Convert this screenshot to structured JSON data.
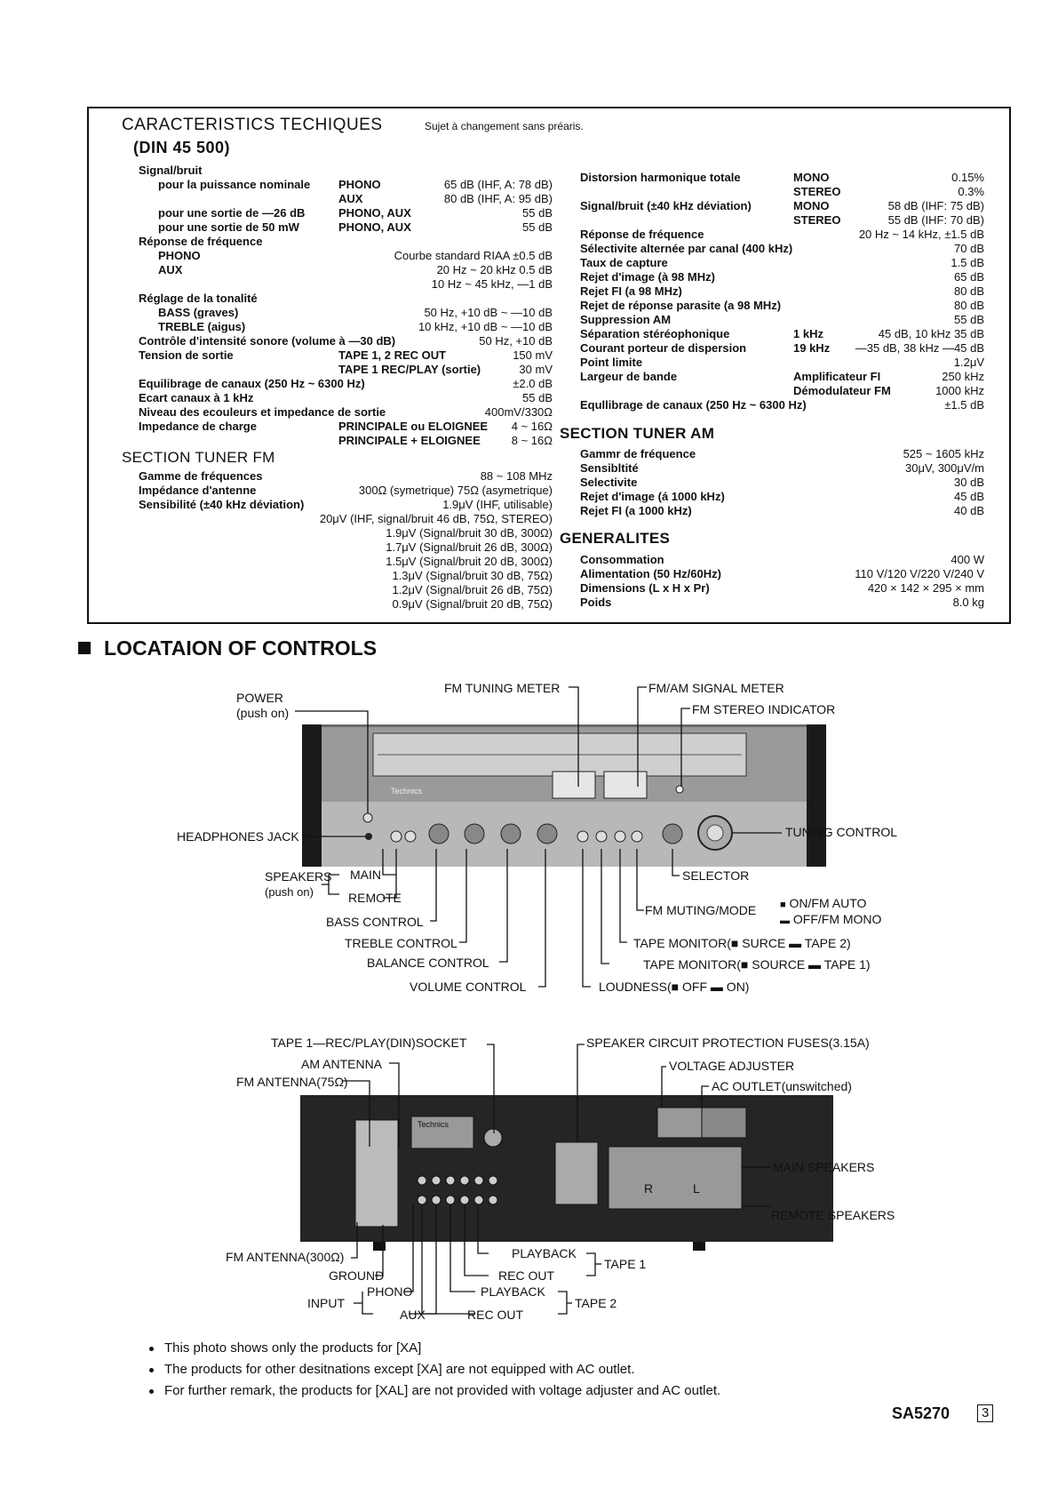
{
  "spec": {
    "title": "CARACTERISTICS TECHIQUES",
    "subtitle_note": "Sujet à changement sans préaris.",
    "din": "(DIN 45 500)",
    "left": [
      {
        "l": "Signal/bruit",
        "m": "",
        "r": ""
      },
      {
        "l": "pour la puissance nominale",
        "m": "PHONO",
        "r": "65 dB (IHF, A: 78 dB)"
      },
      {
        "l": "",
        "m": "AUX",
        "r": "80 dB (IHF, A: 95 dB)"
      },
      {
        "l": "pour une sortie de —26 dB",
        "m": "PHONO, AUX",
        "r": "55 dB"
      },
      {
        "l": "pour une sortie de 50 mW",
        "m": "PHONO, AUX",
        "r": "55 dB"
      },
      {
        "l": "Réponse de fréquence",
        "m": "",
        "r": ""
      },
      {
        "l": "PHONO",
        "m": "",
        "r": "Courbe standard RIAA ±0.5 dB"
      },
      {
        "l": "AUX",
        "m": "",
        "r": "20 Hz ~ 20 kHz 0.5 dB"
      },
      {
        "l": "",
        "m": "",
        "r": "10 Hz ~ 45 kHz, —1 dB"
      },
      {
        "l": "Réglage de la tonalité",
        "m": "",
        "r": ""
      },
      {
        "l": "BASS (graves)",
        "m": "",
        "r": "50 Hz, +10 dB ~ —10 dB"
      },
      {
        "l": "TREBLE (aigus)",
        "m": "",
        "r": "10 kHz, +10 dB ~ —10 dB"
      },
      {
        "l": "Contrôle d'intensité sonore (volume à —30 dB)",
        "m": "",
        "r": "50 Hz, +10 dB"
      },
      {
        "l": "Tension de sortie",
        "m": "TAPE 1, 2 REC OUT",
        "r": "150 mV"
      },
      {
        "l": "",
        "m": "TAPE 1 REC/PLAY (sortie)",
        "r": "30 mV"
      },
      {
        "l": "Equilibrage de canaux (250 Hz ~ 6300 Hz)",
        "m": "",
        "r": "±2.0 dB"
      },
      {
        "l": "Ecart canaux à 1 kHz",
        "m": "",
        "r": "55 dB"
      },
      {
        "l": "Niveau des ecouleurs et impedance de sortie",
        "m": "",
        "r": "400mV/330Ω"
      },
      {
        "l": "Impedance de charge",
        "m": "PRINCIPALE ou ELOIGNEE",
        "r": "4 ~ 16Ω"
      },
      {
        "l": "",
        "m": "PRINCIPALE + ELOIGNEE",
        "r": "8 ~ 16Ω"
      }
    ],
    "fm_title": "SECTION TUNER FM",
    "fm": [
      {
        "l": "Gamme de fréquences",
        "r": "88 ~ 108 MHz"
      },
      {
        "l": "Impédance d'antenne",
        "r": "300Ω (symetrique) 75Ω (asymetrique)"
      },
      {
        "l": "Sensibilité (±40 kHz déviation)",
        "r": "1.9μV (IHF, utilisable)"
      },
      {
        "l": "",
        "r": "20μV (IHF, signal/bruit 46 dB, 75Ω, STEREO)"
      },
      {
        "l": "",
        "r": "1.9μV (Signal/bruit 30 dB, 300Ω)"
      },
      {
        "l": "",
        "r": "1.7μV (Signal/bruit 26 dB, 300Ω)"
      },
      {
        "l": "",
        "r": "1.5μV (Signal/bruit 20 dB, 300Ω)"
      },
      {
        "l": "",
        "r": "1.3μV (Signal/bruit 30 dB, 75Ω)"
      },
      {
        "l": "",
        "r": "1.2μV (Signal/bruit 26 dB, 75Ω)"
      },
      {
        "l": "",
        "r": "0.9μV (Signal/bruit 20 dB, 75Ω)"
      }
    ],
    "right": [
      {
        "l": "Distorsion harmonique totale",
        "m": "MONO",
        "r": "0.15%"
      },
      {
        "l": "",
        "m": "STEREO",
        "r": "0.3%"
      },
      {
        "l": "Signal/bruit (±40 kHz déviation)",
        "m": "MONO",
        "r": "58 dB (IHF: 75 dB)"
      },
      {
        "l": "",
        "m": "STEREO",
        "r": "55 dB (IHF: 70 dB)"
      },
      {
        "l": "Réponse de fréquence",
        "m": "",
        "r": "20 Hz ~ 14 kHz, ±1.5 dB"
      },
      {
        "l": "Sélectivite alternée par canal (400 kHz)",
        "m": "",
        "r": "70 dB"
      },
      {
        "l": "Taux de capture",
        "m": "",
        "r": "1.5 dB"
      },
      {
        "l": "Rejet d'image (à 98 MHz)",
        "m": "",
        "r": "65 dB"
      },
      {
        "l": "Rejet FI (a 98 MHz)",
        "m": "",
        "r": "80 dB"
      },
      {
        "l": "Rejet de réponse parasite (a 98 MHz)",
        "m": "",
        "r": "80 dB"
      },
      {
        "l": "Suppression AM",
        "m": "",
        "r": "55 dB"
      },
      {
        "l": "Séparation stéréophonique",
        "m": "1 kHz",
        "r": "45 dB, 10 kHz 35 dB"
      },
      {
        "l": "Courant porteur de dispersion",
        "m": "19 kHz",
        "r": "—35 dB, 38 kHz —45 dB"
      },
      {
        "l": "Point limite",
        "m": "",
        "r": "1.2μV"
      },
      {
        "l": "Largeur de bande",
        "m": "Amplificateur FI",
        "r": "250 kHz"
      },
      {
        "l": "",
        "m": "Démodulateur FM",
        "r": "1000 kHz"
      },
      {
        "l": "Equllibrage de canaux (250 Hz ~ 6300 Hz)",
        "m": "",
        "r": "±1.5 dB"
      }
    ],
    "am_title": "SECTION TUNER AM",
    "am": [
      {
        "l": "Gammr de fréquence",
        "r": "525 ~ 1605 kHz"
      },
      {
        "l": "Sensibltité",
        "r": "30μV, 300μV/m"
      },
      {
        "l": "Selectivite",
        "r": "30 dB"
      },
      {
        "l": "Rejet d'image (á 1000 kHz)",
        "r": "45 dB"
      },
      {
        "l": "Rejet FI (a 1000 kHz)",
        "r": "40 dB"
      }
    ],
    "gen_title": "GENERALITES",
    "gen": [
      {
        "l": "Consommation",
        "r": "400 W"
      },
      {
        "l": "Alimentation (50 Hz/60Hz)",
        "r": "110 V/120 V/220 V/240 V"
      },
      {
        "l": "Dimensions (L x H x Pr)",
        "r": "420 × 142 × 295 × mm"
      },
      {
        "l": "Poids",
        "r": "8.0 kg"
      }
    ]
  },
  "controls_title": "LOCATAION OF CONTROLS",
  "front_labels": {
    "power": "POWER",
    "power_sub": "(push on)",
    "fm_tuning_meter": "FM TUNING METER",
    "fm_am_signal_meter": "FM/AM SIGNAL METER",
    "fm_stereo_indicator": "FM STEREO INDICATOR",
    "headphones": "HEADPHONES JACK",
    "tuning": "TUNING CONTROL",
    "speakers": "SPEAKERS",
    "speakers_sub": "(push on)",
    "main": "MAIN",
    "remote": "REMOTE",
    "selector": "SELECTOR",
    "fm_muting": "FM MUTING/MODE",
    "on_fm_auto": "ON/FM AUTO",
    "off_fm_mono": "OFF/FM MONO",
    "bass": "BASS CONTROL",
    "treble": "TREBLE CONTROL",
    "balance": "BALANCE CONTROL",
    "volume": "VOLUME CONTROL",
    "tape_mon2": "TAPE MONITOR(■ SURCE ▬ TAPE 2)",
    "tape_mon1": "TAPE MONITOR(■ SOURCE ▬ TAPE 1)",
    "loudness": "LOUDNESS(■ OFF ▬ ON)",
    "brand": "Technics"
  },
  "rear_labels": {
    "tape_socket": "TAPE 1—REC/PLAY(DIN)SOCKET",
    "am_antenna": "AM ANTENNA",
    "fm_antenna_75": "FM ANTENNA(75Ω)",
    "fuses": "SPEAKER CIRCUIT PROTECTION FUSES(3.15A)",
    "voltage": "VOLTAGE ADJUSTER",
    "ac_outlet": "AC OUTLET(unswitched)",
    "main_speakers": "MAIN SPEAKERS",
    "remote_speakers": "REMOTE SPEAKERS",
    "fm_antenna_300": "FM ANTENNA(300Ω)",
    "ground": "GROUND",
    "input": "INPUT",
    "phono": "PHONO",
    "aux": "AUX",
    "playback1": "PLAYBACK",
    "recout1": "REC OUT",
    "tape1": "TAPE 1",
    "playback2": "PLAYBACK",
    "recout2": "REC OUT",
    "tape2": "TAPE 2",
    "r": "R",
    "l": "L",
    "brand": "Technics"
  },
  "notes": [
    "This photo shows only the products for [XA]",
    "The products for other desitnations except [XA] are not equipped with AC outlet.",
    "For further remark, the products for [XAL] are not provided with voltage adjuster and AC outlet."
  ],
  "footer": {
    "model": "SA5270",
    "page": "3"
  }
}
